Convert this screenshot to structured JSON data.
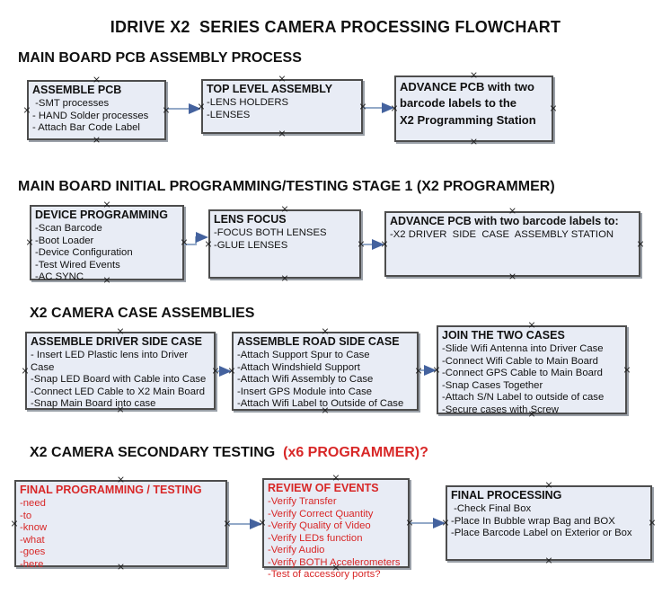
{
  "title": "IDRIVE X2  SERIES CAMERA PROCESSING FLOWCHART",
  "colors": {
    "box_fill": "#e8ecf5",
    "box_border": "#4d4d4d",
    "box_shadow": "#9aa0a8",
    "arrow_line": "#93a9c8",
    "arrow_head": "#44629e",
    "red_text": "#d82727"
  },
  "icons": {
    "connection_point": "×"
  },
  "sections": [
    {
      "heading": "MAIN BOARD PCB ASSEMBLY PROCESS",
      "boxes": [
        {
          "title": "ASSEMBLE PCB",
          "items": [
            " -SMT processes",
            "- HAND Solder processes",
            "- Attach Bar Code Label"
          ]
        },
        {
          "title": "TOP LEVEL ASSEMBLY",
          "items": [
            "-LENS HOLDERS",
            "-LENSES"
          ]
        },
        {
          "title": "ADVANCE PCB with two\nbarcode labels to the\n X2 Programming Station",
          "items": []
        }
      ]
    },
    {
      "heading": "MAIN BOARD INITIAL PROGRAMMING/TESTING STAGE 1 (X2 PROGRAMMER)",
      "boxes": [
        {
          "title": "DEVICE PROGRAMMING",
          "items": [
            "-Scan Barcode",
            "-Boot Loader",
            "-Device Configuration",
            "-Test Wired Events",
            "-AC SYNC"
          ]
        },
        {
          "title": "LENS FOCUS",
          "items": [
            "-FOCUS BOTH LENSES",
            "-GLUE LENSES"
          ]
        },
        {
          "title": "ADVANCE PCB with two barcode labels to:",
          "items": [
            "-X2 DRIVER  SIDE  CASE  ASSEMBLY STATION"
          ]
        }
      ]
    },
    {
      "heading": "X2 CAMERA CASE ASSEMBLIES",
      "boxes": [
        {
          "title": "ASSEMBLE DRIVER SIDE CASE",
          "items": [
            "- Insert LED Plastic lens into Driver Case",
            "-Snap LED Board with Cable into Case",
            "-Connect LED Cable to X2 Main Board",
            "-Snap Main Board into case"
          ]
        },
        {
          "title": "ASSEMBLE ROAD SIDE CASE",
          "items": [
            "-Attach Support Spur to Case",
            "-Attach Windshield Support",
            "-Attach Wifi Assembly to Case",
            "-Insert GPS Module into Case",
            "-Attach Wifi Label to Outside of Case"
          ]
        },
        {
          "title": "JOIN THE TWO CASES",
          "items": [
            "-Slide Wifi Antenna into Driver Case",
            "-Connect Wifi Cable to Main Board",
            "-Connect GPS Cable to Main Board",
            "-Snap Cases Together",
            "-Attach S/N Label to outside of case",
            "-Secure cases with Screw"
          ]
        }
      ]
    },
    {
      "heading": "X2 CAMERA SECONDARY TESTING",
      "heading_red": "  (x6 PROGRAMMER)?",
      "boxes": [
        {
          "title": "FINAL PROGRAMMING / TESTING",
          "items": [
            "-need",
            "-to",
            "-know",
            "-what",
            "-goes",
            "-here"
          ]
        },
        {
          "title": "REVIEW OF EVENTS",
          "items": [
            "-Verify Transfer",
            "-Verify Correct Quantity",
            "-Verify Quality of Video",
            "-Verify LEDs function",
            "-Verify Audio",
            "-Verify BOTH Accelerometers",
            "-Test of accessory ports?"
          ]
        },
        {
          "title": "FINAL PROCESSING",
          "items": [
            " -Check Final Box",
            "-Place In Bubble wrap Bag and BOX",
            "-Place Barcode Label on Exterior or Box"
          ]
        }
      ]
    }
  ]
}
